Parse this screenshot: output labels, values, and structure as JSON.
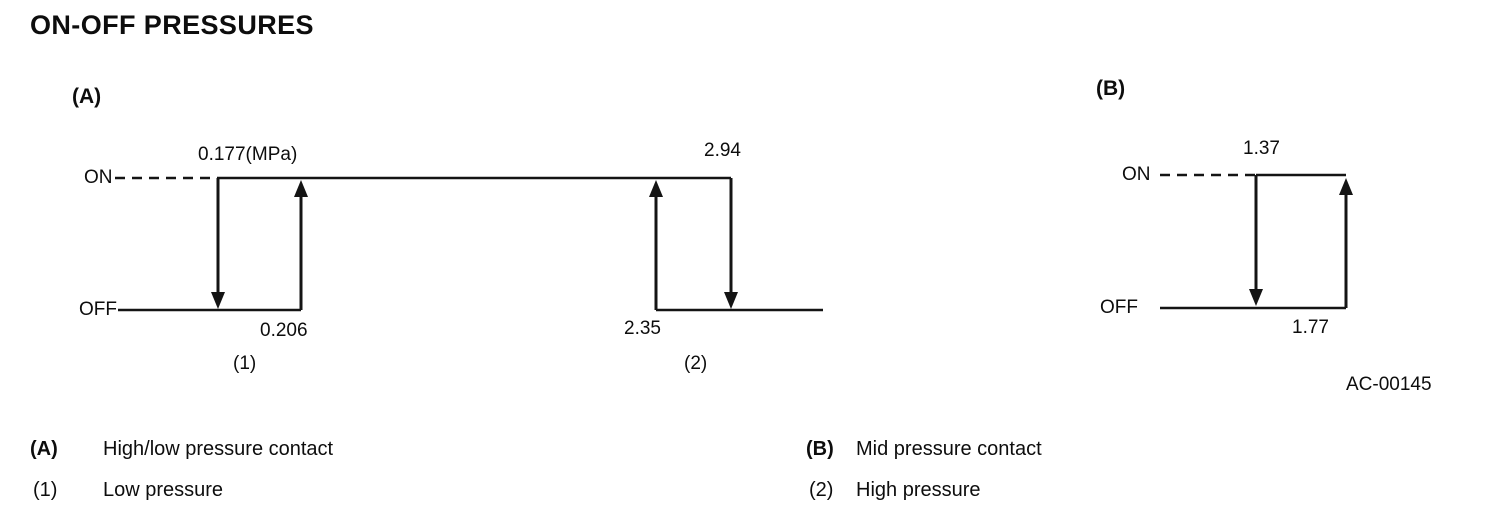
{
  "title": "ON-OFF PRESSURES",
  "diagram_a": {
    "label": "(A)",
    "on_label": "ON",
    "off_label": "OFF",
    "low_off_value": "0.177(MPa)",
    "low_on_value": "0.206",
    "high_on_value": "2.35",
    "high_off_value": "2.94",
    "callout_1": "(1)",
    "callout_2": "(2)"
  },
  "diagram_b": {
    "label": "(B)",
    "on_label": "ON",
    "off_label": "OFF",
    "off_value": "1.37",
    "on_value": "1.77"
  },
  "figure_code": "AC-00145",
  "legend": {
    "a_key": "(A)",
    "a_text": "High/low pressure contact",
    "b_key": "(B)",
    "b_text": "Mid pressure contact",
    "k1_key": "(1)",
    "k1_text": "Low pressure",
    "k2_key": "(2)",
    "k2_text": "High pressure"
  }
}
